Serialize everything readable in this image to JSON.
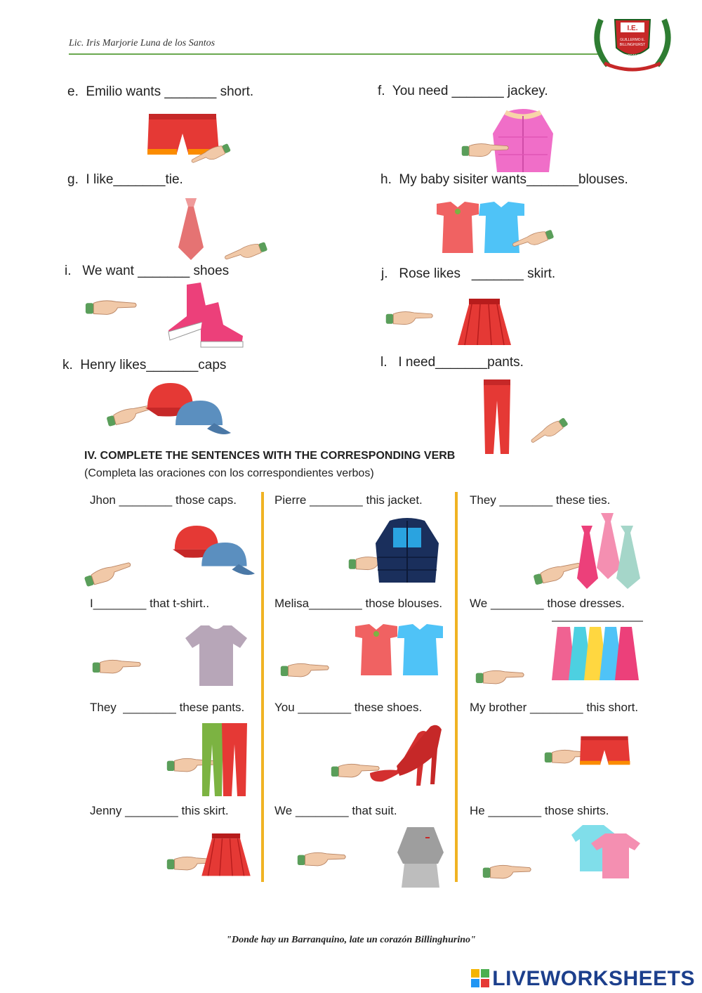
{
  "header": {
    "author": "Lic. Iris Marjorie Luna de los Santos",
    "seal": {
      "line1": "I.E.",
      "line2": "GUILLERMO E. BILLINGHURST",
      "line3": "BARRANCA"
    }
  },
  "exercise_iii": [
    {
      "letter": "e.",
      "before": "Emilio wants",
      "blank": "_______",
      "after": "short."
    },
    {
      "letter": "f.",
      "before": "You  need",
      "blank": "_______",
      "after": "jackey."
    },
    {
      "letter": "g.",
      "before": "I like",
      "blank": "_______",
      "after": "tie."
    },
    {
      "letter": "h.",
      "before": "My baby sisiter wants",
      "blank": "_______",
      "after": "blouses."
    },
    {
      "letter": "i.",
      "before": "We want",
      "blank": "_______",
      "after": "shoes"
    },
    {
      "letter": "j.",
      "before": "Rose likes",
      "blank": "_______",
      "after": "skirt."
    },
    {
      "letter": "k.",
      "before": "Henry likes",
      "blank": "_______",
      "after": "caps"
    },
    {
      "letter": "l.",
      "before": "I need",
      "blank": "_______",
      "after": "pants."
    }
  ],
  "section_iv": {
    "title": "IV. COMPLETE THE SENTENCES WITH THE CORRESPONDING VERB",
    "subtitle": "(Completa las oraciones con los correspondientes verbos)",
    "sentences": [
      {
        "before": "Jhon",
        "blank": "________",
        "after": "those caps."
      },
      {
        "before": "Pierre",
        "blank": "________",
        "after": "this jacket."
      },
      {
        "before": "They",
        "blank": "________",
        "after": "these ties."
      },
      {
        "before": "I",
        "blank": "________",
        "after": "that t-shirt.."
      },
      {
        "before": "Melisa",
        "blank": "________",
        "after": "those blouses."
      },
      {
        "before": "We",
        "blank": "________",
        "after": "those dresses."
      },
      {
        "before": "They",
        "blank": "________",
        "after": "these pants."
      },
      {
        "before": "You",
        "blank": "________",
        "after": "these shoes."
      },
      {
        "before": "My brother",
        "blank": "________",
        "after": "this short."
      },
      {
        "before": "Jenny",
        "blank": "________",
        "after": "this skirt."
      },
      {
        "before": "We",
        "blank": "________",
        "after": "that suit."
      },
      {
        "before": "He",
        "blank": "________",
        "after": "those shirts."
      }
    ]
  },
  "footer": {
    "quote": "\"Donde hay un Barranquino, late un corazón Billinghurino\"",
    "brand": "LIVEWORKSHEETS"
  },
  "colors": {
    "accent_green": "#6aa84f",
    "divider_yellow": "#f0b323",
    "brand_blue": "#1c3f8c"
  }
}
